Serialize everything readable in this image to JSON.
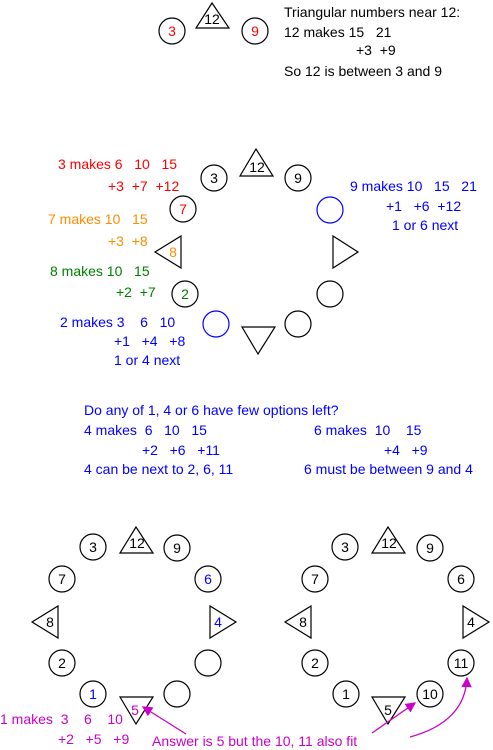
{
  "colors": {
    "red": "#ff0000",
    "blue": "#0000ff",
    "orange": "#ff8c00",
    "green": "#008000",
    "magenta": "#cc00cc",
    "black": "#000000"
  },
  "top": {
    "left_circle": "3",
    "triangle": "12",
    "right_circle": "9",
    "line1": "Triangular numbers near 12:",
    "line2": "12 makes 15   21",
    "line3": "+3  +9",
    "line4": "So 12 is between 3 and 9"
  },
  "ring1": {
    "c3": "3",
    "t12": "12",
    "c9": "9",
    "c7": "7",
    "t8": "8",
    "c2": "2",
    "note3": {
      "l1": "3 makes 6   10   15",
      "l2": "+3  +7  +12"
    },
    "note7": {
      "l1": "7 makes 10   15",
      "l2": "+3  +8"
    },
    "note8": {
      "l1": "8 makes 10   15",
      "l2": "+2  +7"
    },
    "note2": {
      "l1": "2 makes 3    6   10",
      "l2": "+1   +4   +8",
      "l3": "1 or 4 next"
    },
    "note9": {
      "l1": "9 makes 10   15   21",
      "l2": "+1   +6  +12",
      "l3": "1 or 6 next"
    }
  },
  "middle": {
    "question": "Do any of 1, 4 or 6 have few options left?",
    "four": {
      "l1": "4 makes  6   10   15",
      "l2": "+2   +6   +11",
      "l3": "4 can be next to 2, 6, 11"
    },
    "six": {
      "l1": "6 makes  10    15",
      "l2": "+4   +9",
      "l3": "6 must be between 9 and 4"
    }
  },
  "ring2": {
    "c3": "3",
    "t12": "12",
    "c9": "9",
    "c7": "7",
    "c6": "6",
    "t8": "8",
    "t4": "4",
    "c2": "2",
    "c1": "1",
    "t5": "5",
    "note1": {
      "l1": "1 makes  3    6    10",
      "l2": "+2   +5   +9"
    },
    "answer": "Answer is 5 but the 10, 11 also fit"
  },
  "ring3": {
    "c3": "3",
    "t12": "12",
    "c9": "9",
    "c7": "7",
    "c6": "6",
    "t8": "8",
    "t4": "4",
    "c2": "2",
    "c11": "11",
    "c1": "1",
    "t5": "5",
    "c10": "10"
  }
}
